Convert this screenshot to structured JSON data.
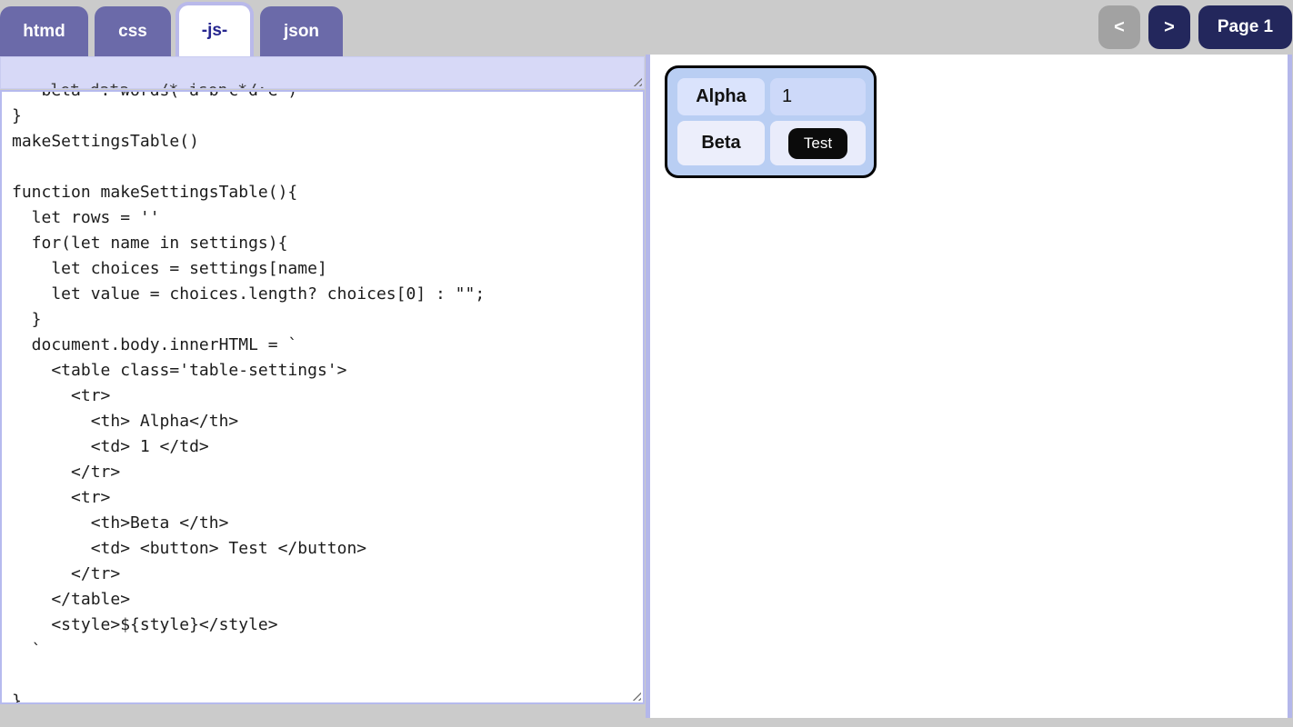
{
  "tabs": [
    {
      "label": "htmd",
      "active": false
    },
    {
      "label": "css",
      "active": false
    },
    {
      "label": "-js-",
      "active": true
    },
    {
      "label": "json",
      "active": false
    }
  ],
  "pager": {
    "prev_label": "<",
    "next_label": ">",
    "page_label": "Page 1"
  },
  "editor": {
    "data_line": "let data = /* json */;",
    "code": "  'beta' : words('a b c d e')\n}\nmakeSettingsTable()\n\nfunction makeSettingsTable(){\n  let rows = ''\n  for(let name in settings){\n    let choices = settings[name]\n    let value = choices.length? choices[0] : \"\";\n  }\n  document.body.innerHTML = `\n    <table class='table-settings'>\n      <tr>\n        <th> Alpha</th>\n        <td> 1 </td>\n      </tr>\n      <tr>\n        <th>Beta </th>\n        <td> <button> Test </button>\n      </tr>\n    </table>\n    <style>${style}</style>\n  `\n\n}"
  },
  "preview": {
    "rows": [
      {
        "th": "Alpha",
        "td": "1",
        "td_type": "text"
      },
      {
        "th": "Beta",
        "td": "Test",
        "td_type": "button"
      }
    ]
  },
  "colors": {
    "tab_inactive_bg": "#6b6aa9",
    "tab_active_bg": "#ffffff",
    "tab_active_text": "#26268f",
    "tab_active_border": "#b9b9ea",
    "nav_navy": "#23275c",
    "nav_disabled_gray": "#a2a2a2",
    "data_line_bg": "#d7d9f7",
    "editor_border": "#b6baee",
    "panel_border": "#b4b7ea",
    "preview_card_bg": "#b9cef3",
    "preview_cell_row1": "#dae3fc",
    "preview_cell_row2": "#eceefb",
    "test_button_bg": "#0b0b0b",
    "page_bg": "#cbcbcb"
  }
}
